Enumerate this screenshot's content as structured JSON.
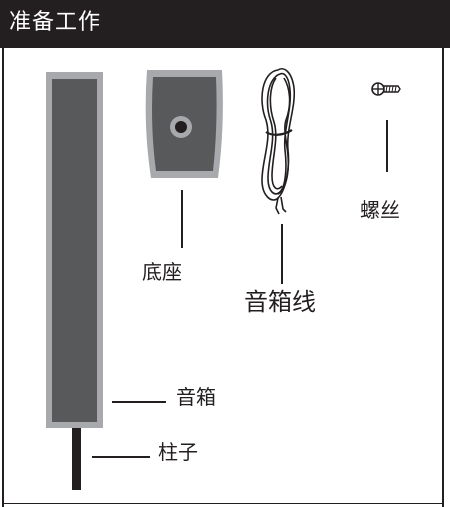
{
  "header": {
    "title": "准备工作",
    "background": "#231f20",
    "text_color": "#ffffff"
  },
  "parts": {
    "base": {
      "label": "底座",
      "icon": "speaker-base-icon"
    },
    "speaker_wire": {
      "label": "音箱线",
      "icon": "speaker-wire-icon"
    },
    "screw": {
      "label": "螺丝",
      "icon": "screw-icon"
    },
    "speaker": {
      "label": "音箱",
      "icon": "tall-speaker-icon"
    },
    "pole": {
      "label": "柱子",
      "icon": "pole-icon"
    }
  },
  "colors": {
    "line": "#231f20",
    "speaker_face": "#58595b",
    "speaker_rim": "#a7a9ac"
  }
}
